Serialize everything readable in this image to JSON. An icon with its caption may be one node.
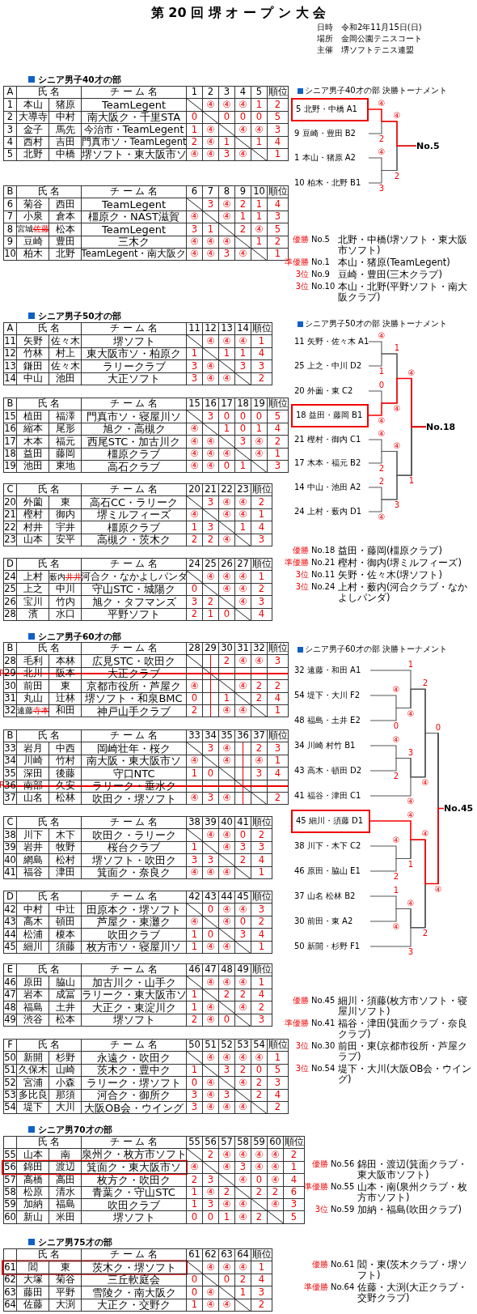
{
  "diagram": {
    "title": "第 20 回 堺 オ ー プ ン 大 会",
    "nodes": [
      {
        "text": [
          "5 北野・中橋 A1"
        ]
      },
      {
        "text": [
          "9 豆崎・豊田 B2"
        ]
      },
      {
        "text": [
          "1 本山・猪原 A2"
        ]
      },
      {
        "text": [
          "10 柏木・北野 B1"
        ]
      },
      {
        "text": [
          "No.5"
        ]
      },
      {
        "text": [
          "11 矢野・佐々木 A1"
        ]
      },
      {
        "text": [
          "25 上之・中川 D2"
        ]
      },
      {
        "text": [
          "20 外薗・東 C2"
        ]
      },
      {
        "text": [
          "18 益田・藤岡 B1"
        ]
      },
      {
        "text": [
          "21 樫村・御内 C1"
        ]
      },
      {
        "text": [
          "17 木本・福元 B2"
        ]
      },
      {
        "text": [
          "14 中山・池田 A2"
        ]
      },
      {
        "text": [
          "24 上村・薮内 D1"
        ]
      },
      {
        "text": [
          "No.18"
        ]
      },
      {
        "text": [
          "32 遠藤・和田 A1"
        ]
      },
      {
        "text": [
          "54 堤下・大川 F2"
        ]
      },
      {
        "text": [
          "48 福島・土井 E2"
        ]
      },
      {
        "text": [
          "34 川崎 村竹 B1"
        ]
      },
      {
        "text": [
          "43 高木・頓田 D2"
        ]
      },
      {
        "text": [
          "41 福谷・津田 C1"
        ]
      },
      {
        "text": [
          "45 細川・須藤 D1"
        ]
      },
      {
        "text": [
          "38 川下・木下 C2"
        ]
      },
      {
        "text": [
          "46 原田・脇山 E1"
        ]
      },
      {
        "text": [
          "37 山名 松林 B2"
        ]
      },
      {
        "text": [
          "30 前田・東 A2"
        ]
      },
      {
        "text": [
          "50 新開・杉野 F1"
        ]
      },
      {
        "text": [
          "No.45"
        ]
      }
    ],
    "edges": [
      {
        "from": 0,
        "to": 4,
        "arrow": "none",
        "color": "#ff0000"
      },
      {
        "from": 1,
        "to": 4,
        "arrow": "none"
      },
      {
        "from": 2,
        "to": 4,
        "arrow": "none"
      },
      {
        "from": 3,
        "to": 4,
        "arrow": "none"
      },
      {
        "from": 5,
        "to": 13,
        "arrow": "none"
      },
      {
        "from": 6,
        "to": 13,
        "arrow": "none"
      },
      {
        "from": 7,
        "to": 13,
        "arrow": "none"
      },
      {
        "from": 8,
        "to": 13,
        "arrow": "none",
        "color": "#ff0000"
      },
      {
        "from": 9,
        "to": 13,
        "arrow": "none"
      },
      {
        "from": 10,
        "to": 13,
        "arrow": "none"
      },
      {
        "from": 11,
        "to": 13,
        "arrow": "none"
      },
      {
        "from": 12,
        "to": 13,
        "arrow": "none"
      },
      {
        "from": 14,
        "to": 26,
        "arrow": "none"
      },
      {
        "from": 15,
        "to": 26,
        "arrow": "none"
      },
      {
        "from": 16,
        "to": 26,
        "arrow": "none"
      },
      {
        "from": 17,
        "to": 26,
        "arrow": "none"
      },
      {
        "from": 18,
        "to": 26,
        "arrow": "none"
      },
      {
        "from": 19,
        "to": 26,
        "arrow": "none"
      },
      {
        "from": 20,
        "to": 26,
        "arrow": "none",
        "color": "#ff0000"
      },
      {
        "from": 21,
        "to": 26,
        "arrow": "none"
      },
      {
        "from": 22,
        "to": 26,
        "arrow": "none"
      },
      {
        "from": 23,
        "to": 26,
        "arrow": "none"
      },
      {
        "from": 24,
        "to": 26,
        "arrow": "none"
      },
      {
        "from": 25,
        "to": 26,
        "arrow": "none"
      }
    ],
    "labels": [
      "日時",
      "令和2年11月15日(日)",
      "場所",
      "金岡公園テニスコート",
      "主催",
      "堺ソフトテニス連盟",
      "シニア男子40才の部",
      "A",
      "氏 名",
      "チ ー ム 名",
      "1",
      "2",
      "3",
      "4",
      "5",
      "順位",
      "1",
      "本山",
      "猪原",
      "TeamLegent",
      "④",
      "④",
      "④",
      "1",
      "2",
      "2",
      "大導寺",
      "中村",
      "南大阪ク・千里STA",
      "0",
      "0",
      "0",
      "0",
      "5",
      "3",
      "金子",
      "馬先",
      "今治市・TeamLegent",
      "1",
      "④",
      "④",
      "④",
      "3",
      "4",
      "西村",
      "吉田",
      "門真市ソ・TeamLegent",
      "2",
      "④",
      "1",
      "1",
      "4",
      "5",
      "北野",
      "中橋",
      "堺ソフト・東大阪市ソ",
      "④",
      "④",
      "3",
      "④",
      "1",
      "B",
      "氏 名",
      "チ ー ム 名",
      "6",
      "7",
      "8",
      "9",
      "10",
      "順位",
      "6",
      "菊谷",
      "西田",
      "TeamLegent",
      "3",
      "④",
      "2",
      "1",
      "4",
      "7",
      "小泉",
      "倉本",
      "橿原ク・NAST滋賀",
      "④",
      "④",
      "1",
      "1",
      "3",
      "8",
      "宮城",
      "佐藤",
      "松本",
      "TeamLegent",
      "3",
      "1",
      "2",
      "④",
      "5",
      "9",
      "豆崎",
      "豊田",
      "三木ク",
      "④",
      "④",
      "④",
      "1",
      "2",
      "10",
      "柏木",
      "北野",
      "TeamLegent・南大阪ク",
      "④",
      "④",
      "3",
      "④",
      "1",
      "シニア男子40才の部 決勝トーナメント",
      "④",
      "2",
      "④",
      "3",
      "④",
      "2",
      "優勝",
      "No.5",
      "北野・中橋(堺ソフト・東大阪市ソフト)",
      "準優勝",
      "No.1",
      "本山・猪原(TeamLegent)",
      "3位",
      "No.9",
      "豆崎・豊田(三木クラブ)",
      "3位",
      "No.10",
      "本山・北野(平野ソフト・南大阪クラブ)",
      "シニア男子50才の部",
      "A",
      "氏 名",
      "チ ー ム 名",
      "11",
      "12",
      "13",
      "14",
      "順位",
      "11",
      "矢野",
      "佐々木",
      "堺ソフト",
      "④",
      "④",
      "④",
      "1",
      "12",
      "竹林",
      "村上",
      "東大阪市ソ・柏原ク",
      "1",
      "1",
      "1",
      "4",
      "13",
      "鎌田",
      "佐々木",
      "ラリークラブ",
      "3",
      "④",
      "3",
      "3",
      "14",
      "中山",
      "池田",
      "大正ソフト",
      "3",
      "④",
      "④",
      "2",
      "B",
      "氏 名",
      "チ ー ム 名",
      "15",
      "16",
      "17",
      "18",
      "19",
      "順位",
      "15",
      "植田",
      "福澤",
      "門真市ソ・寝屋川ソ",
      "3",
      "0",
      "0",
      "0",
      "5",
      "16",
      "縮本",
      "尾形",
      "旭ク・高槻ク",
      "④",
      "1",
      "0",
      "1",
      "4",
      "17",
      "木本",
      "福元",
      "西尾STC・加古川ク",
      "④",
      "④",
      "3",
      "④",
      "2",
      "18",
      "益田",
      "藤岡",
      "橿原クラブ",
      "④",
      "④",
      "④",
      "④",
      "1",
      "19",
      "池田",
      "東地",
      "高石クラブ",
      "④",
      "④",
      "0",
      "1",
      "3",
      "C",
      "氏 名",
      "チ ー ム 名",
      "20",
      "21",
      "22",
      "23",
      "順位",
      "20",
      "外薗",
      "東",
      "高石CC・ラリーク",
      "3",
      "④",
      "④",
      "2",
      "21",
      "樫村",
      "御内",
      "堺ミルフィーズ",
      "④",
      "④",
      "④",
      "1",
      "22",
      "村井",
      "宇井",
      "橿原クラブ",
      "1",
      "3",
      "1",
      "4",
      "23",
      "山本",
      "安平",
      "高槻ク・茨木ク",
      "2",
      "2",
      "④",
      "3",
      "D",
      "氏 名",
      "チ ー ム 名",
      "24",
      "25",
      "26",
      "27",
      "順位",
      "24",
      "上村",
      "薮内",
      "井井",
      "河合ク・なかよしパンダ",
      "④",
      "④",
      "④",
      "1",
      "25",
      "上之",
      "中川",
      "守山STC・城陽ク",
      "0",
      "④",
      "④",
      "2",
      "26",
      "宝川",
      "竹内",
      "旭ク・タフマンズ",
      "3",
      "2",
      "④",
      "3",
      "28",
      "濱",
      "水口",
      "平野ソフト",
      "2",
      "1",
      "0",
      "4",
      "シニア男子50才の部 決勝トーナメント",
      "④",
      "1",
      "0",
      "④",
      "1",
      "④",
      "④",
      "2",
      "2",
      "④",
      "④",
      "3",
      "④",
      "1",
      "優勝",
      "No.18",
      "益田・藤岡(橿原クラブ)",
      "準優勝",
      "No.21",
      "樫村・御内(堺ミルフィーズ)",
      "3位",
      "No.11",
      "矢野・佐々木(堺ソフト)",
      "3位",
      "No.24",
      "上村・薮内(河合クラブ・なかよしパンダ)",
      "シニア男子60才の部",
      "B",
      "氏 名",
      "チ ー ム 名",
      "28",
      "29",
      "30",
      "31",
      "32",
      "順位",
      "28",
      "毛利",
      "本林",
      "広見STC・吹田ク",
      "2",
      "④",
      "④",
      "3",
      "R",
      "29",
      "北川",
      "阪本",
      "大正クラブ",
      "30",
      "前田",
      "東",
      "京都市役所・芦屋ク",
      "④",
      "④",
      "2",
      "2",
      "31",
      "丸山",
      "辻林",
      "堺ソフト・和泉BMC",
      "0",
      "1",
      "2",
      "4",
      "32",
      "遠藤",
      "寺本",
      "和田",
      "神戸山手クラブ",
      "2",
      "④",
      "④",
      "1",
      "B",
      "氏 名",
      "チ ー ム 名",
      "33",
      "34",
      "35",
      "36",
      "37",
      "順位",
      "33",
      "岩月",
      "中西",
      "岡崎壮年・桜ク",
      "3",
      "④",
      "2",
      "3",
      "34",
      "川崎",
      "竹村",
      "南大阪・東大阪市ソ",
      "④",
      "④",
      "④",
      "1",
      "35",
      "深田",
      "後藤",
      "守口NTC",
      "1",
      "0",
      "3",
      "4",
      "R",
      "36",
      "南部",
      "久安",
      "ラリーク・垂水ク",
      "37",
      "山名",
      "松林",
      "吹田ク・堺ソフト",
      "④",
      "3",
      "④",
      "2",
      "C",
      "氏 名",
      "チ ー ム 名",
      "38",
      "39",
      "40",
      "41",
      "順位",
      "38",
      "川下",
      "木下",
      "吹田ク・ラリーク",
      "④",
      "④",
      "0",
      "2",
      "39",
      "岩井",
      "牧野",
      "桜台クラブ",
      "1",
      "④",
      "3",
      "3",
      "40",
      "網島",
      "松村",
      "堺ソフト・吹田ク",
      "3",
      "3",
      "2",
      "4",
      "41",
      "福谷",
      "津田",
      "箕面ク・奈良ク",
      "④",
      "④",
      "④",
      "1",
      "D",
      "氏 名",
      "チ ー ム 名",
      "42",
      "43",
      "44",
      "45",
      "順位",
      "42",
      "中村",
      "中辻",
      "田原本ク・堺ソフト",
      "0",
      "④",
      "④",
      "3",
      "43",
      "高木",
      "頓田",
      "芦屋ク・東灘ク",
      "④",
      "④",
      "0",
      "2",
      "44",
      "松浦",
      "榎本",
      "吹田クラブ",
      "1",
      "0",
      "3",
      "4",
      "45",
      "細川",
      "須藤",
      "枚方市ソ・寝屋川ソ",
      "1",
      "④",
      "④",
      "1",
      "E",
      "氏 名",
      "チ ー ム 名",
      "46",
      "47",
      "48",
      "49",
      "順位",
      "46",
      "原田",
      "脇山",
      "加古川ク・山手ク",
      "④",
      "④",
      "④",
      "1",
      "47",
      "岩本",
      "成冨",
      "ラリーク・東大阪市ソ",
      "1",
      "2",
      "2",
      "4",
      "48",
      "福島",
      "土井",
      "大正ク・東淀川ク",
      "1",
      "④",
      "④",
      "2",
      "49",
      "渋谷",
      "松本",
      "堺ソフト",
      "2",
      "④",
      "0",
      "3",
      "F",
      "氏 名",
      "チ ー ム 名",
      "50",
      "51",
      "52",
      "53",
      "54",
      "順位",
      "50",
      "新開",
      "杉野",
      "永遠ク・吹田ク",
      "④",
      "④",
      "④",
      "④",
      "1",
      "51",
      "久保木",
      "山崎",
      "茨木ク・豊中ク",
      "1",
      "3",
      "2",
      "0",
      "5",
      "52",
      "宮浦",
      "小森",
      "ラリーク・堺ソフト",
      "0",
      "④",
      "④",
      "2",
      "3",
      "53",
      "多比良",
      "那須",
      "河合ク・御所ク",
      "3",
      "④",
      "3",
      "2",
      "4",
      "54",
      "堤下",
      "大川",
      "大阪OB会・ウイング",
      "3",
      "④",
      "④",
      "④",
      "2",
      "シニア男子60才の部 決勝トーナメント",
      "④",
      "0",
      "1",
      "④",
      "④",
      "2",
      "3",
      "④",
      "2",
      "④",
      "④",
      "2",
      "④",
      "1",
      "1",
      "④",
      "④",
      "3",
      "④",
      "2",
      "0",
      "④",
      "優勝",
      "No.45",
      "細川・須藤(枚方市ソフト・寝屋川ソフト)",
      "準優勝",
      "No.41",
      "福谷・津田(箕面クラブ・奈良クラブ)",
      "3位",
      "No.30",
      "前田・東(京都市役所・芦屋クラブ)",
      "3位",
      "No.54",
      "堤下・大川(大阪OB会・ウイング)",
      "シニア男70才の部",
      "氏 名",
      "チ ー ム 名",
      "55",
      "56",
      "57",
      "58",
      "59",
      "60",
      "順位",
      "55",
      "山本",
      "南",
      "泉州ク・枚方市ソフト",
      "2",
      "④",
      "④",
      "④",
      "④",
      "2",
      "56",
      "錦田",
      "渡辺",
      "箕面ク・東大阪市ソ",
      "④",
      "④",
      "3",
      "④",
      "④",
      "1",
      "57",
      "高橋",
      "高田",
      "枚方ク・吹田ク",
      "2",
      "3",
      "④",
      "0",
      "④",
      "4",
      "58",
      "松原",
      "清水",
      "青葉ク・守山STC",
      "1",
      "④",
      "2",
      "2",
      "2",
      "6",
      "59",
      "加納",
      "福島",
      "吹田クラブ",
      "1",
      "3",
      "④",
      "④",
      "④",
      "3",
      "60",
      "新山",
      "米田",
      "堺ソフト",
      "0",
      "0",
      "1",
      "④",
      "2",
      "5",
      "優勝",
      "No.56",
      "錦田・渡辺(箕面クラブ・東大阪市ソフト)",
      "準優勝",
      "No.55",
      "山本・南(泉州クラブ・枚方市ソフト)",
      "3位",
      "No.59",
      "加納・福島(吹田クラブ)",
      "シニア男75才の部",
      "氏 名",
      "チ ー ム 名",
      "61",
      "62",
      "63",
      "64",
      "順位",
      "61",
      "閻",
      "東",
      "茨木ク・堺ソフト",
      "④",
      "④",
      "④",
      "1",
      "62",
      "大塚",
      "菊谷",
      "三丘軟庭会",
      "0",
      "0",
      "2",
      "4",
      "63",
      "藤田",
      "平野",
      "雪陵ク・南大阪ク",
      "0",
      "④",
      "1",
      "3",
      "64",
      "佐藤",
      "大渕",
      "大正ク・交野ク",
      "1",
      "④",
      "④",
      "2",
      "優勝",
      "No.61",
      "閻・東(茨木クラブ・堺ソフト)",
      "準優勝",
      "No.64",
      "佐藤・大渕(大正クラブ・交野クラブ)"
    ]
  }
}
